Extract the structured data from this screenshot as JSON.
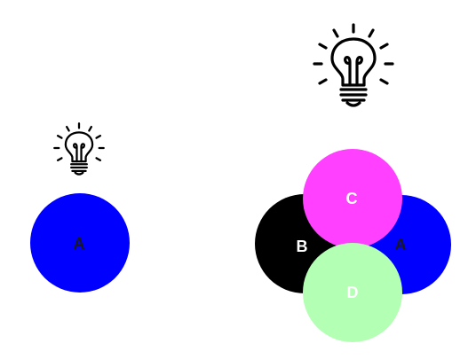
{
  "colors": {
    "background": "#ffffff",
    "blue": "#0000ff",
    "black": "#000000",
    "magenta": "#ff40ff",
    "light_green": "#b3ffb3",
    "dark_text": "#1a1a1a",
    "light_text": "#ffffff",
    "bulb_stroke": "#000000"
  },
  "icons": {
    "small_bulb": "lightbulb-icon",
    "large_bulb": "lightbulb-icon"
  },
  "left_group": {
    "circle_a": {
      "label": "A",
      "color": "#0000ff"
    }
  },
  "right_group": {
    "circle_a": {
      "label": "A",
      "color": "#0000ff"
    },
    "circle_b": {
      "label": "B",
      "color": "#000000"
    },
    "circle_c": {
      "label": "C",
      "color": "#ff40ff"
    },
    "circle_d": {
      "label": "D",
      "color": "#b3ffb3"
    }
  }
}
